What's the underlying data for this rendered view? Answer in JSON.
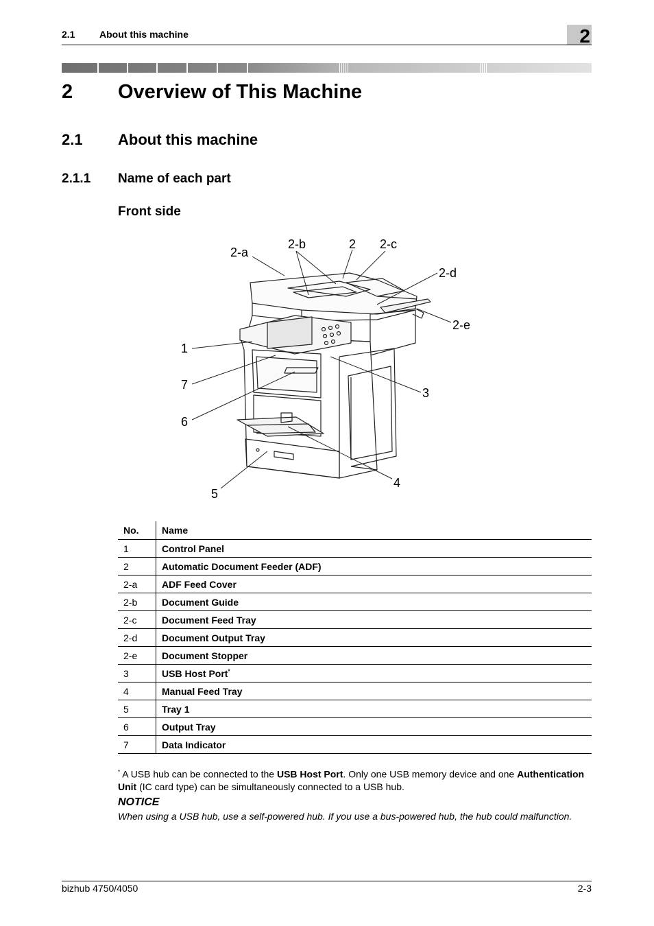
{
  "running_header": {
    "number": "2.1",
    "title": "About this machine",
    "chapter": "2"
  },
  "chapter": {
    "number": "2",
    "title": "Overview of This Machine"
  },
  "section": {
    "number": "2.1",
    "title": "About this machine"
  },
  "subsection": {
    "number": "2.1.1",
    "title": "Name of each part"
  },
  "subheading": "Front side",
  "figure_callouts": [
    "2-a",
    "2-b",
    "2",
    "2-c",
    "2-d",
    "2-e",
    "1",
    "7",
    "3",
    "6",
    "5",
    "4"
  ],
  "table": {
    "headers": [
      "No.",
      "Name"
    ],
    "rows": [
      {
        "no": "1",
        "name": "Control Panel"
      },
      {
        "no": "2",
        "name": "Automatic Document Feeder (ADF)"
      },
      {
        "no": "2-a",
        "name": "ADF Feed Cover"
      },
      {
        "no": "2-b",
        "name": "Document Guide"
      },
      {
        "no": "2-c",
        "name": "Document Feed Tray"
      },
      {
        "no": "2-d",
        "name": "Document Output Tray"
      },
      {
        "no": "2-e",
        "name": "Document Stopper"
      },
      {
        "no": "3",
        "name": "USB Host Port",
        "sup": "*"
      },
      {
        "no": "4",
        "name": "Manual Feed Tray"
      },
      {
        "no": "5",
        "name": "Tray 1"
      },
      {
        "no": "6",
        "name": "Output Tray"
      },
      {
        "no": "7",
        "name": "Data Indicator"
      }
    ]
  },
  "footnote": {
    "mark": "*",
    "t1": " A USB hub can be connected to the ",
    "b1": "USB Host Port",
    "t2": ". Only one USB memory device and one ",
    "b2": "Authentication Unit",
    "t3": " (IC card type) can be simultaneously connected to a USB hub."
  },
  "notice": {
    "title": "NOTICE",
    "text": "When using a USB hub, use a self-powered hub. If you use a bus-powered hub, the hub could malfunction."
  },
  "footer": {
    "left": "bizhub 4750/4050",
    "right": "2-3"
  }
}
